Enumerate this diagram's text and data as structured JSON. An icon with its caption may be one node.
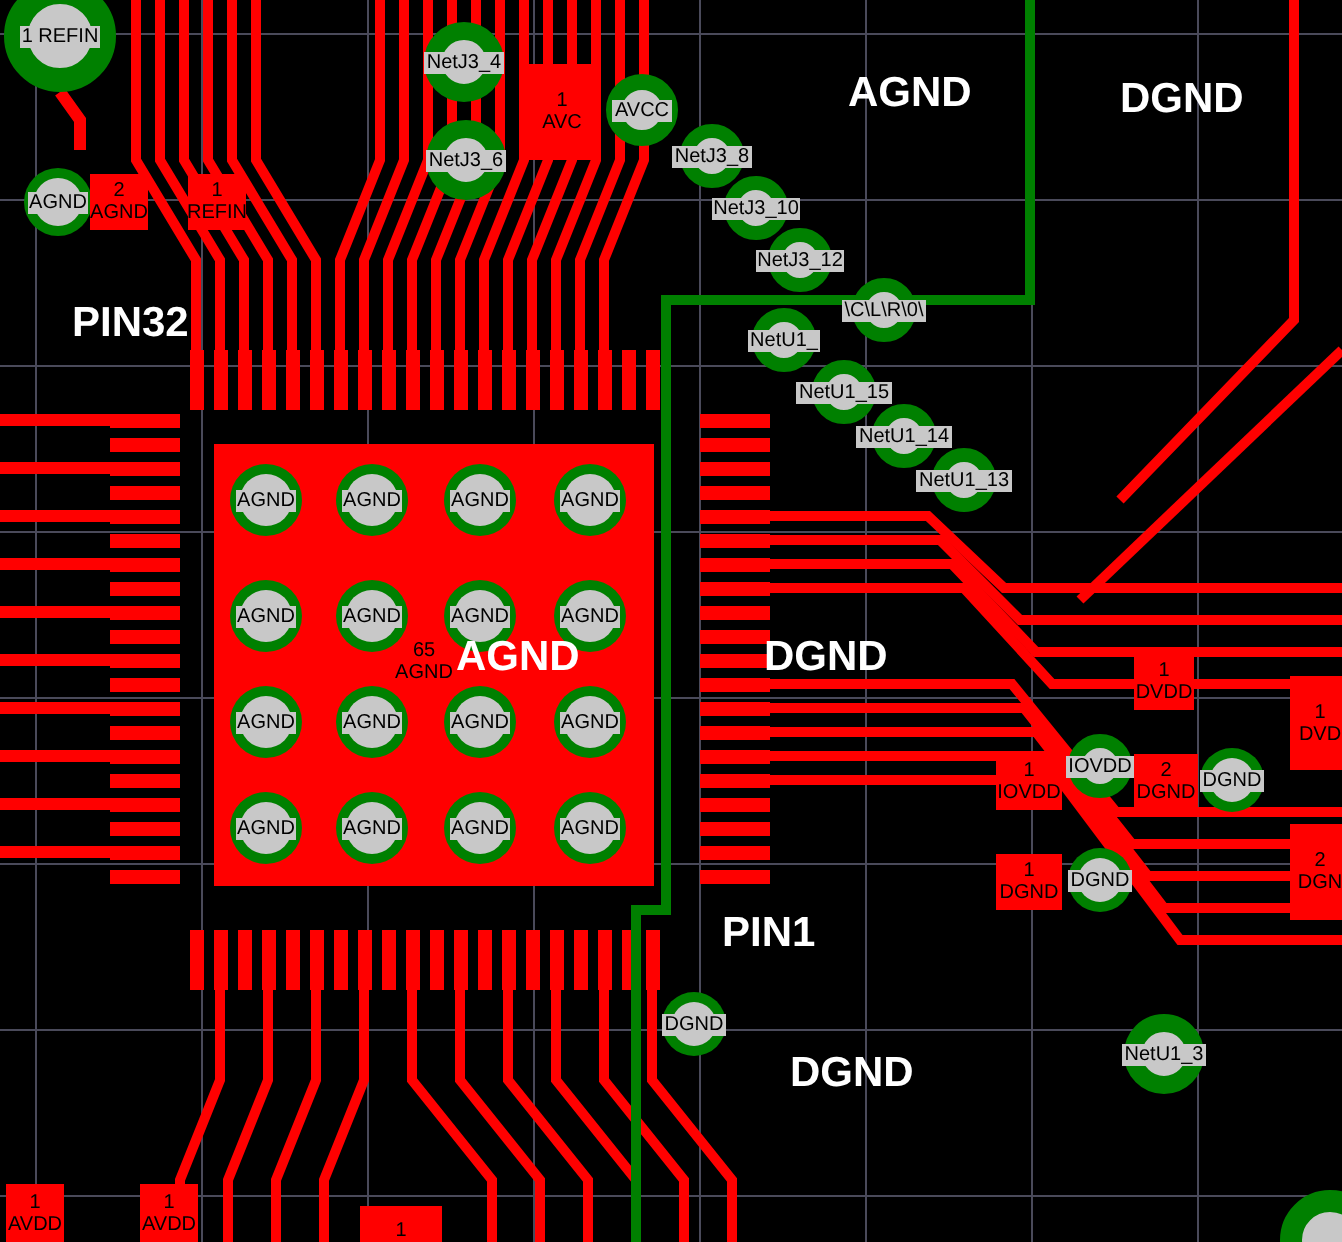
{
  "diagram": {
    "nodes": [
      {
        "text": [
          "1 REFIN"
        ]
      },
      {
        "text": [
          "NetJ3_4"
        ]
      },
      {
        "text": [
          "1 AVC"
        ]
      },
      {
        "text": [
          "AVCC"
        ]
      },
      {
        "text": [
          "AGND"
        ]
      },
      {
        "text": [
          "2 AGND"
        ]
      },
      {
        "text": [
          "1 REFIN"
        ]
      },
      {
        "text": [
          "NetJ3_6"
        ]
      },
      {
        "text": [
          "NetJ3_8"
        ]
      },
      {
        "text": [
          "NetJ3_10"
        ]
      },
      {
        "text": [
          "NetJ3_12"
        ]
      },
      {
        "text": [
          "\\C\\L\\R\\0\\"
        ]
      },
      {
        "text": [
          "NetU1_"
        ]
      },
      {
        "text": [
          "NetU1_15"
        ]
      },
      {
        "text": [
          "NetU1_14"
        ]
      },
      {
        "text": [
          "NetU1_13"
        ]
      },
      {
        "text": [
          "65 AGND"
        ]
      },
      {
        "text": [
          "AGND"
        ],
        "in": 16
      },
      {
        "text": [
          "AGND"
        ],
        "in": 16
      },
      {
        "text": [
          "AGND"
        ],
        "in": 16
      },
      {
        "text": [
          "AGND"
        ],
        "in": 16
      },
      {
        "text": [
          "AGND"
        ],
        "in": 16
      },
      {
        "text": [
          "AGND"
        ],
        "in": 16
      },
      {
        "text": [
          "AGND"
        ],
        "in": 16
      },
      {
        "text": [
          "AGND"
        ],
        "in": 16
      },
      {
        "text": [
          "AGND"
        ],
        "in": 16
      },
      {
        "text": [
          "AGND"
        ],
        "in": 16
      },
      {
        "text": [
          "AGND"
        ],
        "in": 16
      },
      {
        "text": [
          "AGND"
        ],
        "in": 16
      },
      {
        "text": [
          "AGND"
        ],
        "in": 16
      },
      {
        "text": [
          "AGND"
        ],
        "in": 16
      },
      {
        "text": [
          "AGND"
        ],
        "in": 16
      },
      {
        "text": [
          "AGND"
        ],
        "in": 16
      },
      {
        "text": [
          "1 DVDD"
        ]
      },
      {
        "text": [
          "1 DVD"
        ]
      },
      {
        "text": [
          "IOVDD"
        ]
      },
      {
        "text": [
          "1 IOVDD"
        ]
      },
      {
        "text": [
          "2 DGND"
        ]
      },
      {
        "text": [
          "DGND"
        ]
      },
      {
        "text": [
          "2 DGN"
        ]
      },
      {
        "text": [
          "1 DGND"
        ]
      },
      {
        "text": [
          "DGND"
        ]
      },
      {
        "text": [
          "DGND"
        ]
      },
      {
        "text": [
          "NetU1_3"
        ]
      },
      {
        "text": [
          "1 AVDD"
        ]
      },
      {
        "text": [
          "1 AVDD"
        ]
      },
      {
        "text": [
          "1"
        ]
      },
      {
        "text": [],
        "shape": "circle"
      }
    ],
    "labels": [
      "AGND",
      "DGND",
      "PIN32",
      "AGND",
      "DGND",
      "PIN1",
      "DGND"
    ]
  }
}
